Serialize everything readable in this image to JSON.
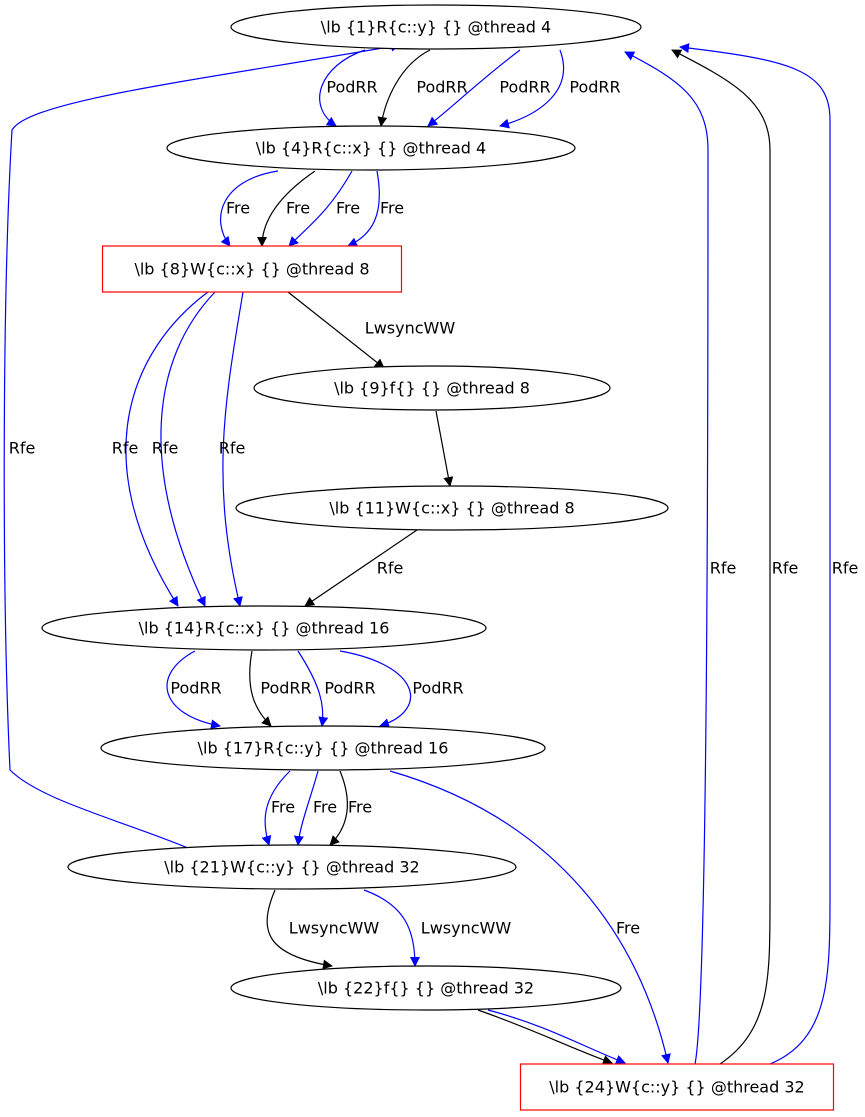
{
  "colors": {
    "black": "#000000",
    "blue": "#0000ff",
    "red": "#ff0000",
    "background": "#ffffff"
  },
  "nodes": {
    "n1": {
      "label": "\\lb {1}R{c::y} {} @thread 4",
      "shape": "ellipse",
      "border": "black"
    },
    "n4": {
      "label": "\\lb {4}R{c::x} {} @thread 4",
      "shape": "ellipse",
      "border": "black"
    },
    "n8": {
      "label": "\\lb {8}W{c::x} {} @thread 8",
      "shape": "box",
      "border": "red"
    },
    "n9": {
      "label": "\\lb {9}f{} {} @thread 8",
      "shape": "ellipse",
      "border": "black"
    },
    "n11": {
      "label": "\\lb {11}W{c::x} {} @thread 8",
      "shape": "ellipse",
      "border": "black"
    },
    "n14": {
      "label": "\\lb {14}R{c::x} {} @thread 16",
      "shape": "ellipse",
      "border": "black"
    },
    "n17": {
      "label": "\\lb {17}R{c::y} {} @thread 16",
      "shape": "ellipse",
      "border": "black"
    },
    "n21": {
      "label": "\\lb {21}W{c::y} {} @thread 32",
      "shape": "ellipse",
      "border": "black"
    },
    "n22": {
      "label": "\\lb {22}f{} {} @thread 32",
      "shape": "ellipse",
      "border": "black"
    },
    "n24": {
      "label": "\\lb {24}W{c::y} {} @thread 32",
      "shape": "box",
      "border": "red"
    }
  },
  "edges": [
    {
      "id": "e1",
      "from": "n1",
      "to": "n4",
      "label": "PodRR",
      "color": "blue"
    },
    {
      "id": "e2",
      "from": "n1",
      "to": "n4",
      "label": "PodRR",
      "color": "black"
    },
    {
      "id": "e3",
      "from": "n1",
      "to": "n4",
      "label": "PodRR",
      "color": "blue"
    },
    {
      "id": "e4",
      "from": "n1",
      "to": "n4",
      "label": "PodRR",
      "color": "blue"
    },
    {
      "id": "e5",
      "from": "n4",
      "to": "n8",
      "label": "Fre",
      "color": "blue"
    },
    {
      "id": "e6",
      "from": "n4",
      "to": "n8",
      "label": "Fre",
      "color": "black"
    },
    {
      "id": "e7",
      "from": "n4",
      "to": "n8",
      "label": "Fre",
      "color": "blue"
    },
    {
      "id": "e8",
      "from": "n4",
      "to": "n8",
      "label": "Fre",
      "color": "blue"
    },
    {
      "id": "e9",
      "from": "n8",
      "to": "n9",
      "label": "LwsyncWW",
      "color": "black"
    },
    {
      "id": "e10",
      "from": "n9",
      "to": "n11",
      "label": "",
      "color": "black"
    },
    {
      "id": "e11",
      "from": "n11",
      "to": "n14",
      "label": "Rfe",
      "color": "black"
    },
    {
      "id": "e12",
      "from": "n8",
      "to": "n14",
      "label": "Rfe",
      "color": "blue"
    },
    {
      "id": "e13",
      "from": "n8",
      "to": "n14",
      "label": "Rfe",
      "color": "blue"
    },
    {
      "id": "e14",
      "from": "n8",
      "to": "n14",
      "label": "Rfe",
      "color": "blue"
    },
    {
      "id": "e15",
      "from": "n14",
      "to": "n17",
      "label": "PodRR",
      "color": "blue"
    },
    {
      "id": "e16",
      "from": "n14",
      "to": "n17",
      "label": "PodRR",
      "color": "black"
    },
    {
      "id": "e17",
      "from": "n14",
      "to": "n17",
      "label": "PodRR",
      "color": "blue"
    },
    {
      "id": "e18",
      "from": "n14",
      "to": "n17",
      "label": "PodRR",
      "color": "blue"
    },
    {
      "id": "e19",
      "from": "n17",
      "to": "n21",
      "label": "Fre",
      "color": "blue"
    },
    {
      "id": "e20",
      "from": "n17",
      "to": "n21",
      "label": "Fre",
      "color": "blue"
    },
    {
      "id": "e21",
      "from": "n17",
      "to": "n21",
      "label": "Fre",
      "color": "black"
    },
    {
      "id": "e22",
      "from": "n17",
      "to": "n24",
      "label": "Fre",
      "color": "blue"
    },
    {
      "id": "e23",
      "from": "n21",
      "to": "n22",
      "label": "LwsyncWW",
      "color": "black"
    },
    {
      "id": "e24",
      "from": "n21",
      "to": "n22",
      "label": "LwsyncWW",
      "color": "blue"
    },
    {
      "id": "e25",
      "from": "n22",
      "to": "n24",
      "label": "",
      "color": "black"
    },
    {
      "id": "e26",
      "from": "n22",
      "to": "n24",
      "label": "",
      "color": "blue"
    },
    {
      "id": "e27",
      "from": "n21",
      "to": "n1",
      "label": "Rfe",
      "color": "blue"
    },
    {
      "id": "e28",
      "from": "n24",
      "to": "n1",
      "label": "Rfe",
      "color": "blue"
    },
    {
      "id": "e29",
      "from": "n24",
      "to": "n1",
      "label": "Rfe",
      "color": "black"
    },
    {
      "id": "e30",
      "from": "n24",
      "to": "n1",
      "label": "Rfe",
      "color": "blue"
    }
  ]
}
